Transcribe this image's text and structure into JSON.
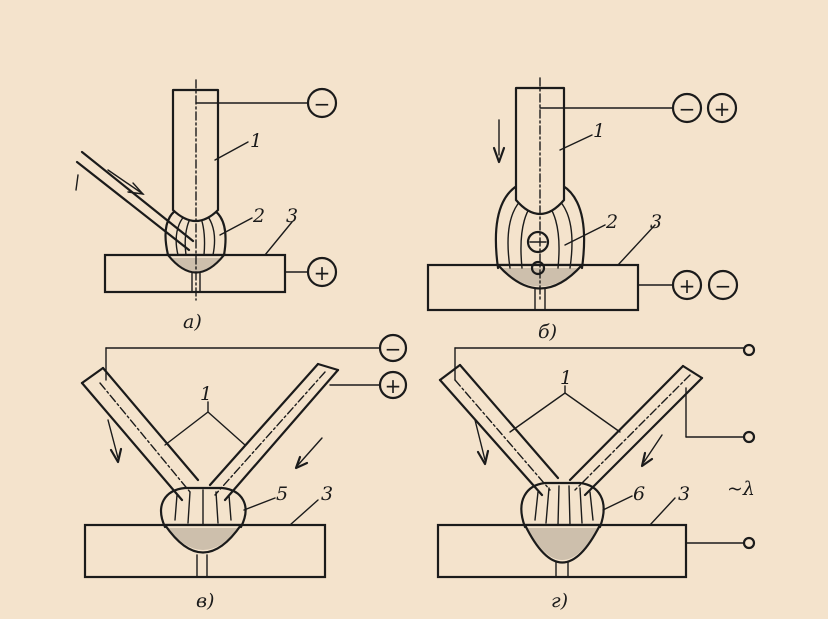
{
  "figures": [
    {
      "id": "a",
      "caption": "а)",
      "part_labels": [
        "1",
        "2",
        "3"
      ],
      "terminals": [
        "−",
        "+"
      ]
    },
    {
      "id": "b",
      "caption": "б)",
      "part_labels": [
        "1",
        "2",
        "3"
      ],
      "terminals": [
        "−",
        "+",
        "+",
        "−"
      ]
    },
    {
      "id": "v",
      "caption": "в)",
      "part_labels": [
        "1",
        "5",
        "3"
      ],
      "terminals": [
        "−",
        "+"
      ]
    },
    {
      "id": "g",
      "caption": "г)",
      "part_labels": [
        "1",
        "6",
        "3"
      ],
      "ac_label": "~λ"
    }
  ]
}
